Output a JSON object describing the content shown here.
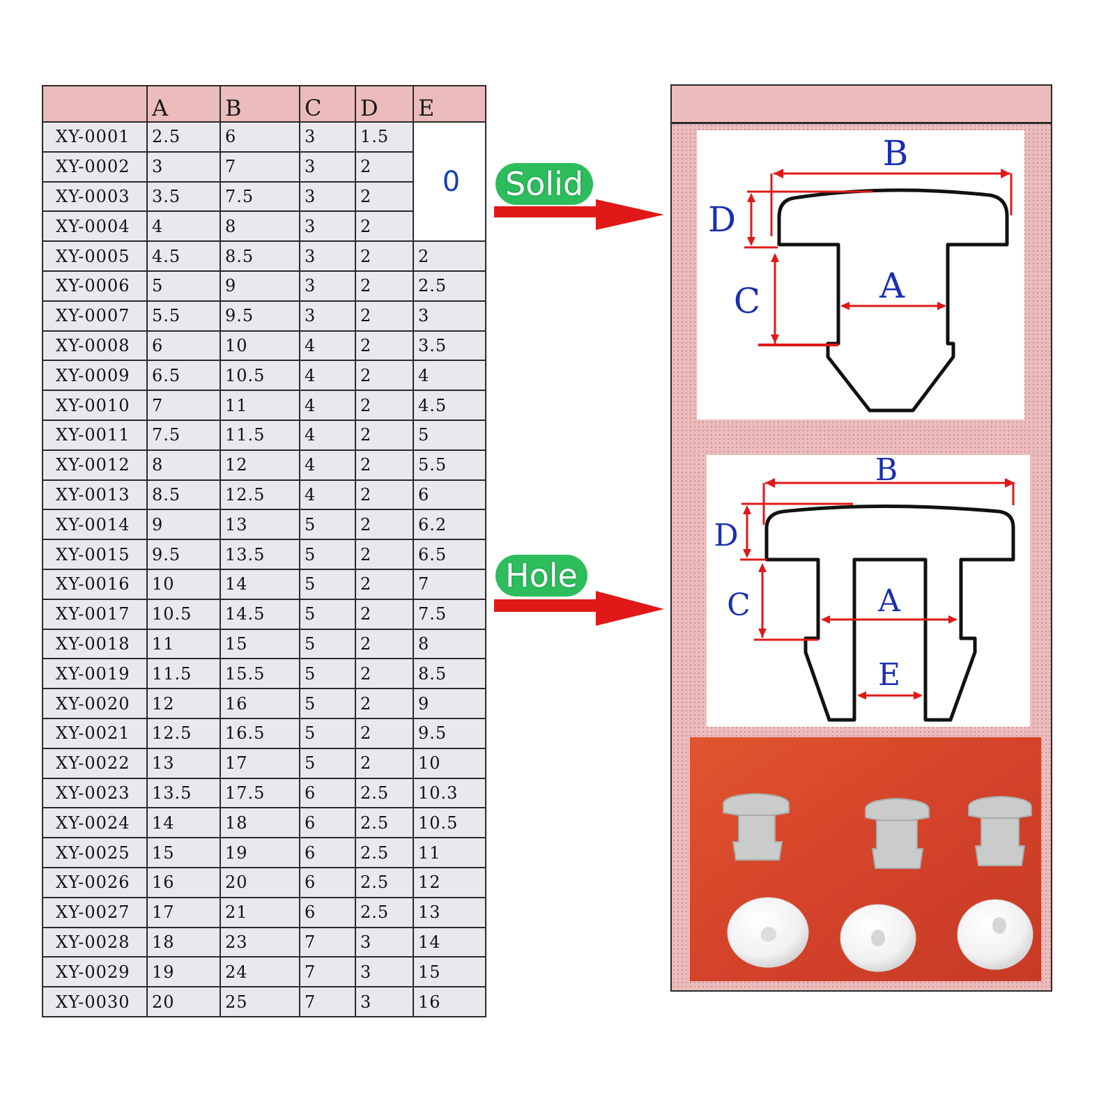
{
  "table": {
    "headers": [
      "",
      "A",
      "B",
      "C",
      "D",
      "E"
    ],
    "merged_e_value": "0",
    "rows": [
      {
        "model": "XY-0001",
        "a": "2.5",
        "b": "6",
        "c": "3",
        "d": "1.5",
        "e": ""
      },
      {
        "model": "XY-0002",
        "a": "3",
        "b": "7",
        "c": "3",
        "d": "2",
        "e": ""
      },
      {
        "model": "XY-0003",
        "a": "3.5",
        "b": "7.5",
        "c": "3",
        "d": "2",
        "e": ""
      },
      {
        "model": "XY-0004",
        "a": "4",
        "b": "8",
        "c": "3",
        "d": "2",
        "e": ""
      },
      {
        "model": "XY-0005",
        "a": "4.5",
        "b": "8.5",
        "c": "3",
        "d": "2",
        "e": "2"
      },
      {
        "model": "XY-0006",
        "a": "5",
        "b": "9",
        "c": "3",
        "d": "2",
        "e": "2.5"
      },
      {
        "model": "XY-0007",
        "a": "5.5",
        "b": "9.5",
        "c": "3",
        "d": "2",
        "e": "3"
      },
      {
        "model": "XY-0008",
        "a": "6",
        "b": "10",
        "c": "4",
        "d": "2",
        "e": "3.5"
      },
      {
        "model": "XY-0009",
        "a": "6.5",
        "b": "10.5",
        "c": "4",
        "d": "2",
        "e": "4"
      },
      {
        "model": "XY-0010",
        "a": "7",
        "b": "11",
        "c": "4",
        "d": "2",
        "e": "4.5"
      },
      {
        "model": "XY-0011",
        "a": "7.5",
        "b": "11.5",
        "c": "4",
        "d": "2",
        "e": "5"
      },
      {
        "model": "XY-0012",
        "a": "8",
        "b": "12",
        "c": "4",
        "d": "2",
        "e": "5.5"
      },
      {
        "model": "XY-0013",
        "a": "8.5",
        "b": "12.5",
        "c": "4",
        "d": "2",
        "e": "6"
      },
      {
        "model": "XY-0014",
        "a": "9",
        "b": "13",
        "c": "5",
        "d": "2",
        "e": "6.2"
      },
      {
        "model": "XY-0015",
        "a": "9.5",
        "b": "13.5",
        "c": "5",
        "d": "2",
        "e": "6.5"
      },
      {
        "model": "XY-0016",
        "a": "10",
        "b": "14",
        "c": "5",
        "d": "2",
        "e": "7"
      },
      {
        "model": "XY-0017",
        "a": "10.5",
        "b": "14.5",
        "c": "5",
        "d": "2",
        "e": "7.5"
      },
      {
        "model": "XY-0018",
        "a": "11",
        "b": "15",
        "c": "5",
        "d": "2",
        "e": "8"
      },
      {
        "model": "XY-0019",
        "a": "11.5",
        "b": "15.5",
        "c": "5",
        "d": "2",
        "e": "8.5"
      },
      {
        "model": "XY-0020",
        "a": "12",
        "b": "16",
        "c": "5",
        "d": "2",
        "e": "9"
      },
      {
        "model": "XY-0021",
        "a": "12.5",
        "b": "16.5",
        "c": "5",
        "d": "2",
        "e": "9.5"
      },
      {
        "model": "XY-0022",
        "a": "13",
        "b": "17",
        "c": "5",
        "d": "2",
        "e": "10"
      },
      {
        "model": "XY-0023",
        "a": "13.5",
        "b": "17.5",
        "c": "6",
        "d": "2.5",
        "e": "10.3"
      },
      {
        "model": "XY-0024",
        "a": "14",
        "b": "18",
        "c": "6",
        "d": "2.5",
        "e": "10.5"
      },
      {
        "model": "XY-0025",
        "a": "15",
        "b": "19",
        "c": "6",
        "d": "2.5",
        "e": "11"
      },
      {
        "model": "XY-0026",
        "a": "16",
        "b": "20",
        "c": "6",
        "d": "2.5",
        "e": "12"
      },
      {
        "model": "XY-0027",
        "a": "17",
        "b": "21",
        "c": "6",
        "d": "2.5",
        "e": "13"
      },
      {
        "model": "XY-0028",
        "a": "18",
        "b": "23",
        "c": "7",
        "d": "3",
        "e": "14"
      },
      {
        "model": "XY-0029",
        "a": "19",
        "b": "24",
        "c": "7",
        "d": "3",
        "e": "15"
      },
      {
        "model": "XY-0030",
        "a": "20",
        "b": "25",
        "c": "7",
        "d": "3",
        "e": "16"
      }
    ]
  },
  "labels": {
    "solid": "Solid",
    "hole": "Hole"
  },
  "diagram_solid": {
    "label_b": "B",
    "label_d": "D",
    "label_c": "C",
    "label_a": "A"
  },
  "diagram_hole": {
    "label_b": "B",
    "label_d": "D",
    "label_c": "C",
    "label_a": "A",
    "label_e": "E"
  },
  "colors": {
    "header_pink": "#ecbcbc",
    "row_lavender": "#eae8ef",
    "dimension_red": "#e01818",
    "dimension_label_blue": "#1a2fb0",
    "badge_green": "#2dbd5c",
    "photo_background": "#d9482a",
    "plug_grey": "#c9ccca",
    "plug_white": "#f4f4f4"
  }
}
